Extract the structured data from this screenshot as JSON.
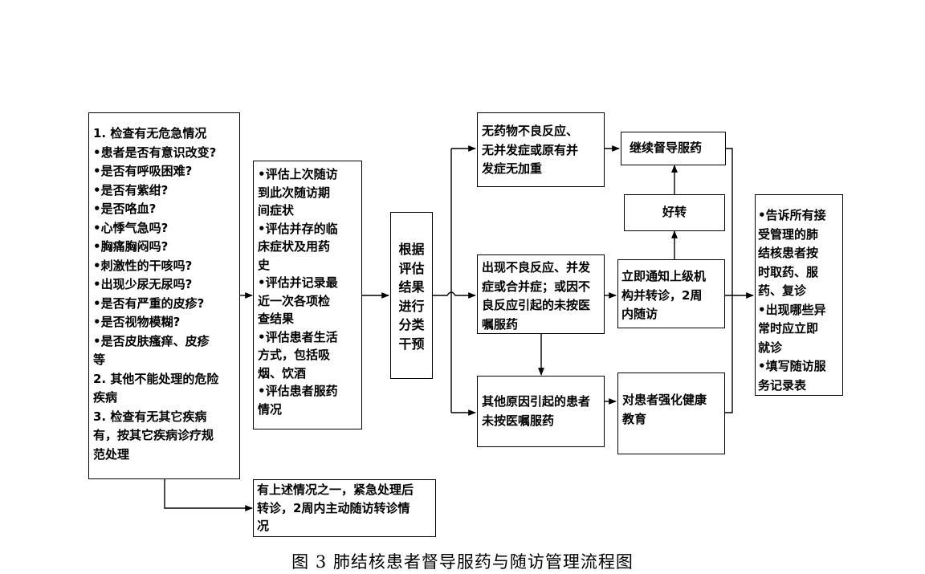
{
  "caption": "图 3 肺结核患者督导服药与随访管理流程图",
  "boxes": {
    "check": {
      "lines": [
        "1. 检查有无危急情况",
        "•患者是否有意识改变?",
        "•是否有呼吸困难?",
        "•是否有紫绀?",
        "•是否咯血?",
        "•心悸气急吗?",
        "•胸痛胸闷吗?",
        "•刺激性的干咳吗?",
        "•出现少尿无尿吗?",
        "•是否有严重的皮疹?",
        "•是否视物模糊?",
        "•是否皮肤瘙痒、皮疹",
        "等",
        "2. 其他不能处理的危险",
        "疾病",
        "3. 检查有无其它疾病",
        "有，按其它疾病诊疗规",
        "范处理"
      ]
    },
    "emergency": {
      "lines": [
        "有上述情况之一，紧急处理后",
        "转诊，2周内主动随访转诊情",
        "况"
      ]
    },
    "assess": {
      "lines": [
        "•评估上次随访",
        "到此次随访期",
        "间症状",
        "•评估并存的临",
        "床症状及用药",
        "史",
        "•评估并记录最",
        "近一次各项检",
        "查结果",
        "•评估患者生活",
        "方式，包括吸",
        "烟、饮酒",
        "•评估患者服药",
        "情况"
      ]
    },
    "classify": {
      "lines": [
        "根据",
        "评估",
        "结果",
        "进行",
        "分类",
        "干预"
      ]
    },
    "no_adverse": {
      "lines": [
        "无药物不良反应、",
        "无并发症或原有并",
        "发症无加重"
      ]
    },
    "adverse": {
      "lines": [
        "出现不良反应、并发",
        "症或合并症；或因不",
        "良反应引起的未按医",
        "嘱服药"
      ]
    },
    "other_reason": {
      "lines": [
        "其他原因引起的患者",
        "未按医嘱服药"
      ]
    },
    "continue": {
      "lines": [
        "继续督导服药"
      ]
    },
    "improve": {
      "lines": [
        "好转"
      ]
    },
    "notify": {
      "lines": [
        "立即通知上级机",
        "构并转诊，2周",
        "内随访"
      ]
    },
    "educate": {
      "lines": [
        "对患者强化健康",
        "教育"
      ]
    },
    "inform": {
      "lines": [
        "•告诉所有接",
        "受管理的肺",
        "结核患者按",
        "时取药、服",
        "药、复诊",
        "•出现哪些异",
        "常时应立即",
        "就诊",
        "•填写随访服",
        "务记录表"
      ]
    }
  }
}
